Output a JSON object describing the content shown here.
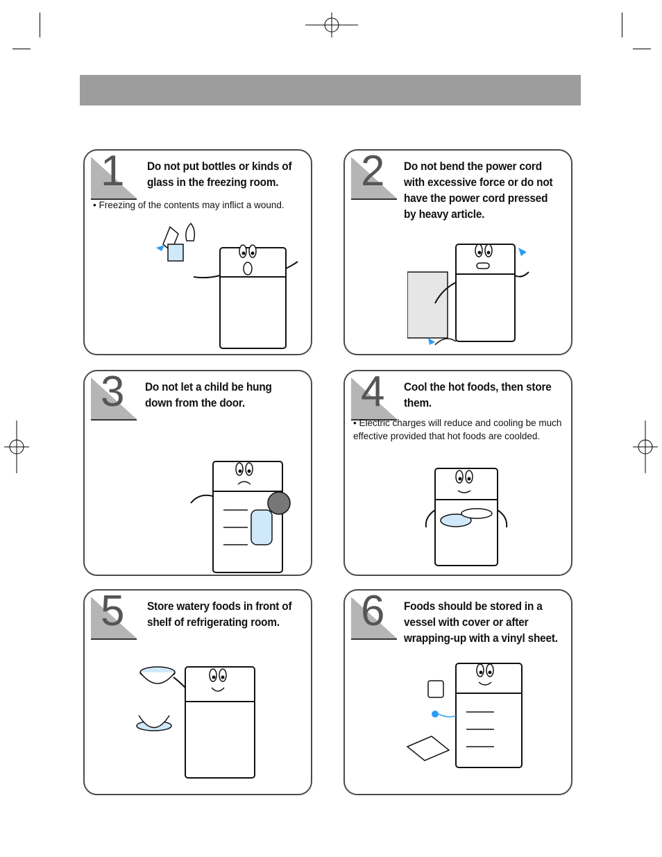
{
  "cards": [
    {
      "number": "1",
      "title": "Do not put bottles or kinds of glass in the freezing room.",
      "note": "• Freezing of the contents may inflict a wound."
    },
    {
      "number": "2",
      "title": "Do not bend the power cord with excessive force or do not have the power cord pressed by heavy article."
    },
    {
      "number": "3",
      "title": "Do not let a child be hung down from the door."
    },
    {
      "number": "4",
      "title": "Cool the hot foods, then store them.",
      "note": "• Electric charges will reduce and cooling be much effective provided that hot foods are coolded."
    },
    {
      "number": "5",
      "title": "Store watery foods in front of shelf of refrigerating room."
    },
    {
      "number": "6",
      "title": "Foods should be stored in a vessel with cover or after wrapping-up with a vinyl sheet."
    }
  ],
  "colors": {
    "header_bar": "#9d9d9d",
    "number_gray": "#555555",
    "illustration_blue": "#2a9df4"
  },
  "icons": [
    "registration-mark-icon",
    "refrigerator-illustration"
  ]
}
